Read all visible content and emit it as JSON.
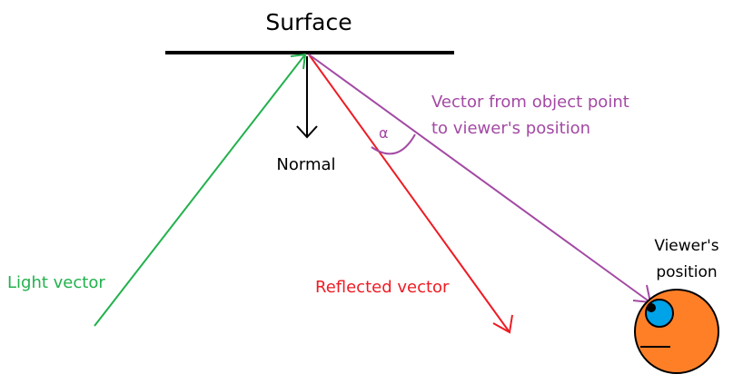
{
  "labels": {
    "surface": "Surface",
    "normal": "Normal",
    "alpha": "α",
    "viewer_vector_line1": "Vector from object point",
    "viewer_vector_line2": "to viewer's position",
    "viewer_line1": "Viewer's",
    "viewer_line2": "position",
    "light": "Light vector",
    "reflected": "Reflected vector"
  },
  "colors": {
    "surface": "#000000",
    "normal": "#000000",
    "light": "#22b14c",
    "reflected": "#ed1c24",
    "viewer_vector": "#a349a4",
    "alpha_arc": "#a349a4",
    "viewer_body": "#ff7f27",
    "viewer_eye": "#00a2e8",
    "viewer_pupil": "#000000",
    "text": "#000000"
  },
  "icons": {
    "viewer": "viewer-head-icon",
    "eye": "eye-icon"
  }
}
